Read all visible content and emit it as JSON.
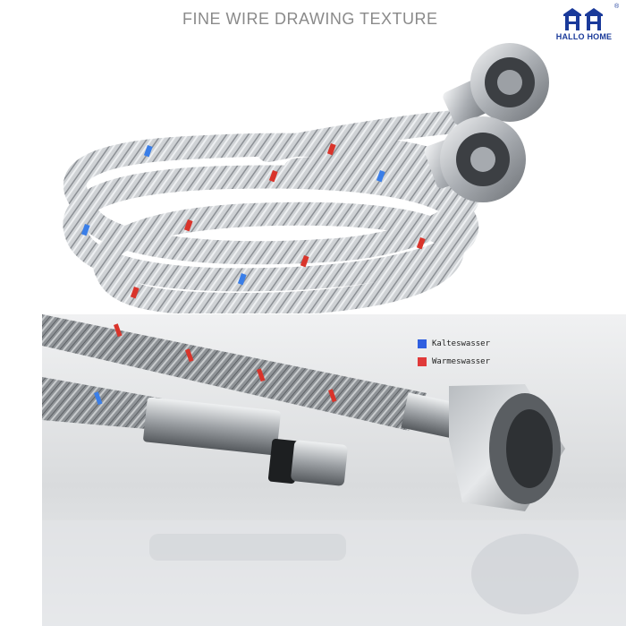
{
  "headline": "FINE WIRE DRAWING TEXTURE",
  "brand": {
    "name": "HALLO HOME",
    "registered": "®",
    "color": "#1a3a9a"
  },
  "legend": [
    {
      "label": "Kalteswasser",
      "color": "#2f5fe0"
    },
    {
      "label": "Warmeswasser",
      "color": "#e03a3a"
    }
  ],
  "colors": {
    "stripe_blue": "#3a7ee8",
    "stripe_red": "#d9342b",
    "steel": "#b9bcc0"
  }
}
